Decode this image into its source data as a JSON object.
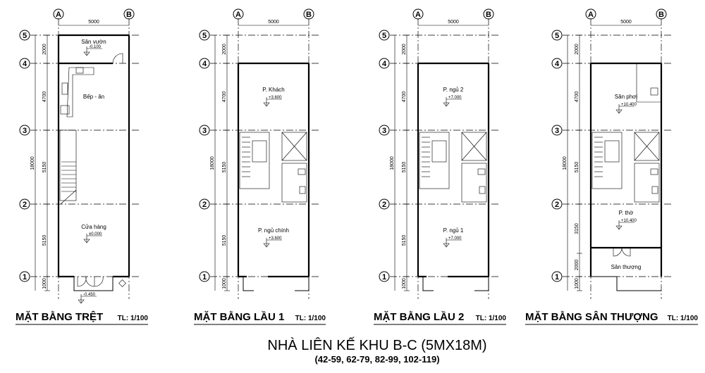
{
  "title": "NHÀ LIÊN KẾ KHU B-C (5MX18M)",
  "subtitle": "(42-59, 62-79, 82-99, 102-119)",
  "axes": {
    "cols": [
      "A",
      "B"
    ],
    "rows": [
      "5",
      "4",
      "3",
      "2",
      "1"
    ],
    "width_dim": "5000",
    "total_dim": "18000"
  },
  "plans": [
    {
      "title": "MẶT BẰNG TRỆT",
      "scale": "TL: 1/100",
      "dims": [
        "2000",
        "4700",
        "5150",
        "5150",
        "1000"
      ],
      "rooms": [
        {
          "name": "Sân vườn",
          "level": "-0.100"
        },
        {
          "name": "Bếp - ăn",
          "level": ""
        },
        {
          "name": "Cửa hàng",
          "level": "±0.000"
        }
      ],
      "extra_level": "-0.450"
    },
    {
      "title": "MẶT BẰNG LẦU 1",
      "scale": "TL: 1/100",
      "dims": [
        "2000",
        "4700",
        "5150",
        "5150",
        "1000"
      ],
      "rooms": [
        {
          "name": "P. Khách",
          "level": "+3.600"
        },
        {
          "name": "P. ngủ chính",
          "level": "+3.600"
        }
      ]
    },
    {
      "title": "MẶT BẰNG LẦU 2",
      "scale": "TL: 1/100",
      "dims": [
        "2000",
        "4700",
        "5150",
        "5150",
        "1000"
      ],
      "rooms": [
        {
          "name": "P. ngủ 2",
          "level": "+7.000"
        },
        {
          "name": "P. ngủ 1",
          "level": "+7.000"
        }
      ]
    },
    {
      "title": "MẶT BẰNG SÂN THƯỢNG",
      "scale": "TL: 1/100",
      "dims": [
        "2000",
        "4700",
        "5150",
        "3150",
        "2000",
        "1000"
      ],
      "rooms": [
        {
          "name": "Sân phơi",
          "level": "+10.400"
        },
        {
          "name": "P. thờ",
          "level": "+10.400"
        },
        {
          "name": "Sân thượng",
          "level": ""
        }
      ]
    }
  ]
}
